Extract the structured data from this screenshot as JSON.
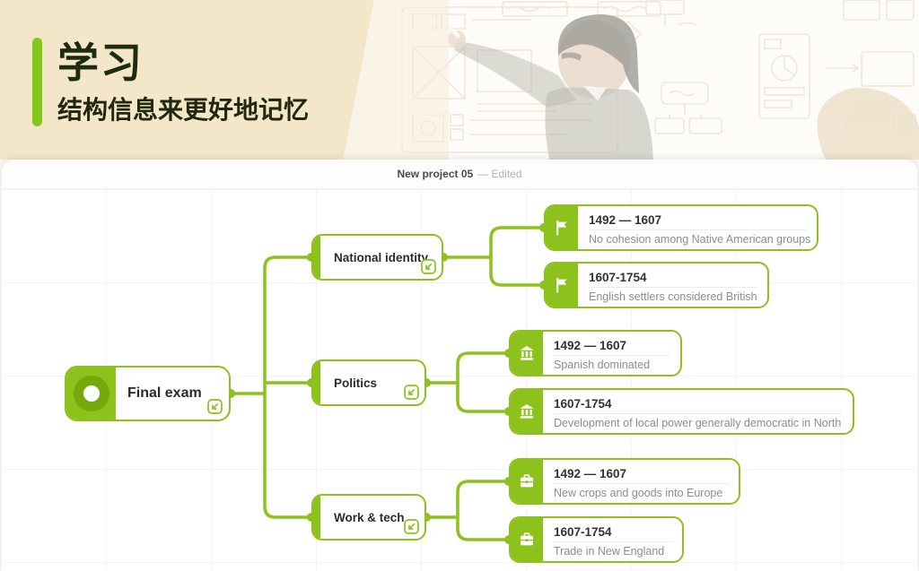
{
  "banner": {
    "title": "学习",
    "subtitle": "结构信息来更好地记忆",
    "accent_color": "#84c81e",
    "background_color": "#f4e6c9"
  },
  "window": {
    "title": "New project 05",
    "status": "— Edited"
  },
  "colors": {
    "green": "#8cc21b",
    "green_dark": "#74a90e",
    "text_dark": "#2c2c27",
    "text_gray": "#8e8d87"
  },
  "mindmap": {
    "root": {
      "label": "Final exam",
      "icon": "donut-icon"
    },
    "branches": [
      {
        "label": "National identity",
        "child_icon": "flag-icon",
        "children": [
          {
            "title": "1492 — 1607",
            "subtitle": "No cohesion among Native American groups"
          },
          {
            "title": "1607-1754",
            "subtitle": "English settlers considered British"
          }
        ]
      },
      {
        "label": "Politics",
        "child_icon": "bank-icon",
        "children": [
          {
            "title": "1492 — 1607",
            "subtitle": "Spanish dominated"
          },
          {
            "title": "1607-1754",
            "subtitle": "Development of local power generally democratic in North"
          }
        ]
      },
      {
        "label": "Work & tech",
        "child_icon": "briefcase-icon",
        "children": [
          {
            "title": "1492 — 1607",
            "subtitle": "New crops and goods into Europe"
          },
          {
            "title": "1607-1754",
            "subtitle": "Trade in New England"
          }
        ]
      }
    ]
  }
}
